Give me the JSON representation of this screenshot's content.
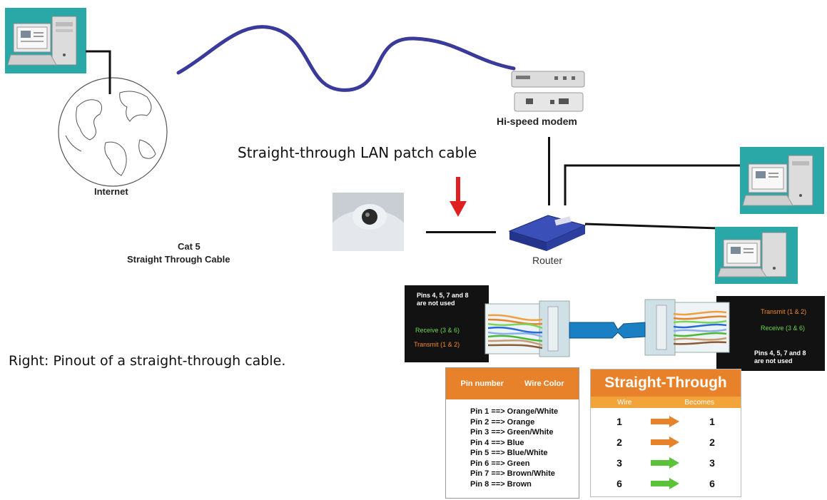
{
  "labels": {
    "internet": "Internet",
    "modem": "Hi-speed modem",
    "router": "Router",
    "cat5_line1": "Cat 5",
    "cat5_line2": "Straight Through Cable",
    "patch_cable": "Straight-through LAN patch cable",
    "pinout_caption": "Right: Pinout of a straight-through cable."
  },
  "connector_diagram": {
    "left_note_line1": "Pins 4, 5, 7 and 8",
    "left_note_line2": "are not used",
    "receive_left": "Receive (3 & 6)",
    "transmit_left": "Transmit (1 & 2)",
    "transmit_right": "Transmit (1 & 2)",
    "receive_right": "Receive (3 & 6)",
    "right_note_line1": "Pins 4, 5, 7 and 8",
    "right_note_line2": "are not used"
  },
  "pin_table": {
    "header_pin": "Pin number",
    "header_color": "Wire Color",
    "rows": [
      "Pin 1 ==> Orange/White",
      "Pin 2 ==> Orange",
      "Pin 3 ==> Green/White",
      "Pin 4 ==> Blue",
      "Pin 5 ==> Blue/White",
      "Pin 6 ==> Green",
      "Pin 7 ==> Brown/White",
      "Pin 8 ==> Brown"
    ]
  },
  "straight_through": {
    "title": "Straight-Through",
    "col_wire": "Wire",
    "col_becomes": "Becomes",
    "rows": [
      {
        "from": "1",
        "to": "1",
        "arrow": "orange"
      },
      {
        "from": "2",
        "to": "2",
        "arrow": "orange"
      },
      {
        "from": "3",
        "to": "3",
        "arrow": "green"
      },
      {
        "from": "6",
        "to": "6",
        "arrow": "green"
      }
    ]
  },
  "colors": {
    "teal_bg": "#2aa8a8",
    "orange": "#e8822a",
    "green": "#5cc23a",
    "cable_blue": "#3a3a9a",
    "arrow_red": "#e02020"
  }
}
